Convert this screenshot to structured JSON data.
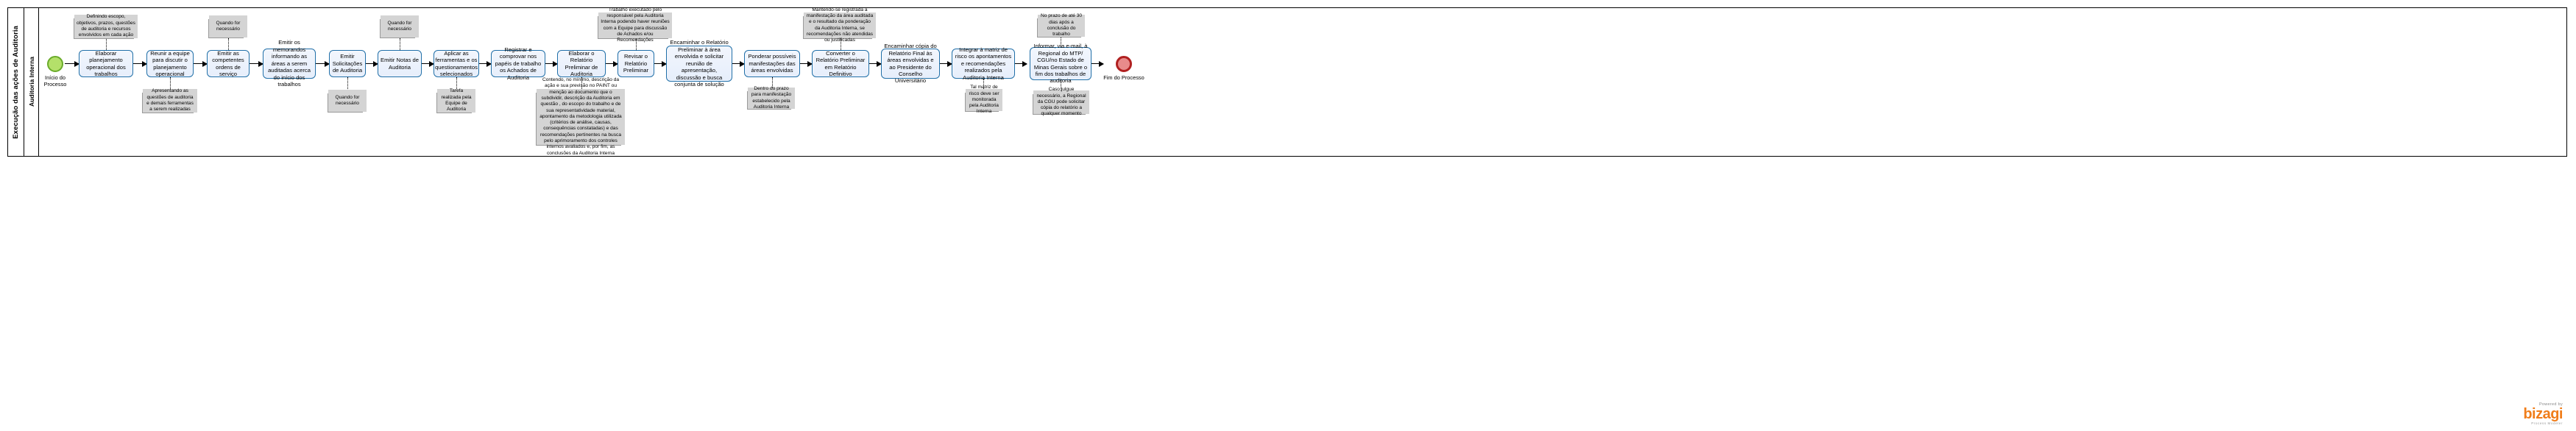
{
  "pool": {
    "label": "Execução das ações de Auditoria"
  },
  "lane": {
    "label": "Auditoria Interna"
  },
  "events": {
    "start": {
      "name": "start-event",
      "label": "Início do Processo"
    },
    "end": {
      "name": "end-event",
      "label": "Fim do Processo"
    }
  },
  "tasks": [
    {
      "id": "t1",
      "label": "Elaborar planejamento operacional dos trabalhos"
    },
    {
      "id": "t2",
      "label": "Reunir a equipe para discutir o planejamento operacional"
    },
    {
      "id": "t3",
      "label": "Emitir as competentes ordens de serviço"
    },
    {
      "id": "t4",
      "label": "Emitir os memorandos informando as áreas a serem auditadas acerca do início dos trabalhos"
    },
    {
      "id": "t5",
      "label": "Emitir Solicitações de Auditoria"
    },
    {
      "id": "t6",
      "label": "Emitir Notas de Auditoria"
    },
    {
      "id": "t7",
      "label": "Aplicar as ferramentas e os questionamentos selecionados"
    },
    {
      "id": "t8",
      "label": "Registrar e comprovar nos papéis de trabalho os Achados de Auditoria"
    },
    {
      "id": "t9",
      "label": "Elaborar o Relatório Preliminar de Auditoria"
    },
    {
      "id": "t10",
      "label": "Revisar o Relatório Preliminar"
    },
    {
      "id": "t11",
      "label": "Encaminhar o Relatório Preliminar à área envolvida e solicitar reunião de apresentação, discussão e busca conjunta de solução"
    },
    {
      "id": "t12",
      "label": "Ponderar possíveis manifestações das áreas envolvidas"
    },
    {
      "id": "t13",
      "label": "Converter o Relatório Preliminar em Relatório Definitivo"
    },
    {
      "id": "t14",
      "label": "Encaminhar cópia do Relatório Final às áreas envolvidas e ao Presidente do Conselho Universitário"
    },
    {
      "id": "t15",
      "label": "Integrar à matriz de risco os apontamentos e recomendações realizados pela Auditoria Interna"
    },
    {
      "id": "t16",
      "label": "Informar, via e-mail, à Regional do MTP/ CGU/no Estado de Minas Gerais sobre o fim dos trabalhos de auditoria"
    }
  ],
  "notes": [
    {
      "id": "n1",
      "text": "Definindo escopo, objetivos, prazos, questões de auditoria e recursos envolvidos em cada ação"
    },
    {
      "id": "n2",
      "text": "Apresentando as questões de auditoria e demais ferramentas a serem realizadas"
    },
    {
      "id": "n3",
      "text": "Quando for necessário"
    },
    {
      "id": "n4",
      "text": "Quando for necessário"
    },
    {
      "id": "n5",
      "text": "Quando for necessário"
    },
    {
      "id": "n6",
      "text": "Quando for necessário"
    },
    {
      "id": "n7",
      "text": "Tarefa realizada pela Equipe de Auditoria"
    },
    {
      "id": "n8",
      "text": "Contendo, no mínimo, descrição da ação e sua previsão no PAINT ou menção ao documento que o subdividir, descrição da Auditoria em questão , do escopo do trabalho e de sua representatividade material, apontamento da metodologia utilizada (critérios de análise, causas, consequências constatadas) e das recomendações pertinentes na busca pelo aprimoramento dos controles internos avaliados e, por fim, as conclusões da Auditoria Interna"
    },
    {
      "id": "n9",
      "text": "Trabalho executado pelo responsável pela Auditoria Interna podendo haver reuniões com a Equipe para discussão de Achados e/ou Recomendações"
    },
    {
      "id": "n10",
      "text": "Dentro do prazo para manifestação estabelecido pela Auditoria Interna"
    },
    {
      "id": "n11",
      "text": "Mantendo-se registrada a manifestação da área auditada e o resultado da ponderação da Auditoria Interna, se recomendações não atendidas ou justificadas"
    },
    {
      "id": "n12",
      "text": "Tal matriz de risco deve ser monitorada pela Auditoria Interna"
    },
    {
      "id": "n13",
      "text": "No prazo de até 30 dias após a conclusão do trabalho"
    },
    {
      "id": "n14",
      "text": "Caso julgue necessário, a Regional da CGU pode solicitar cópia do relatório a qualquer momento"
    }
  ],
  "logo": {
    "powered_by": "Powered by",
    "brand_part1": "biz",
    "brand_part2": "agi",
    "tagline": "Process Modeler"
  }
}
